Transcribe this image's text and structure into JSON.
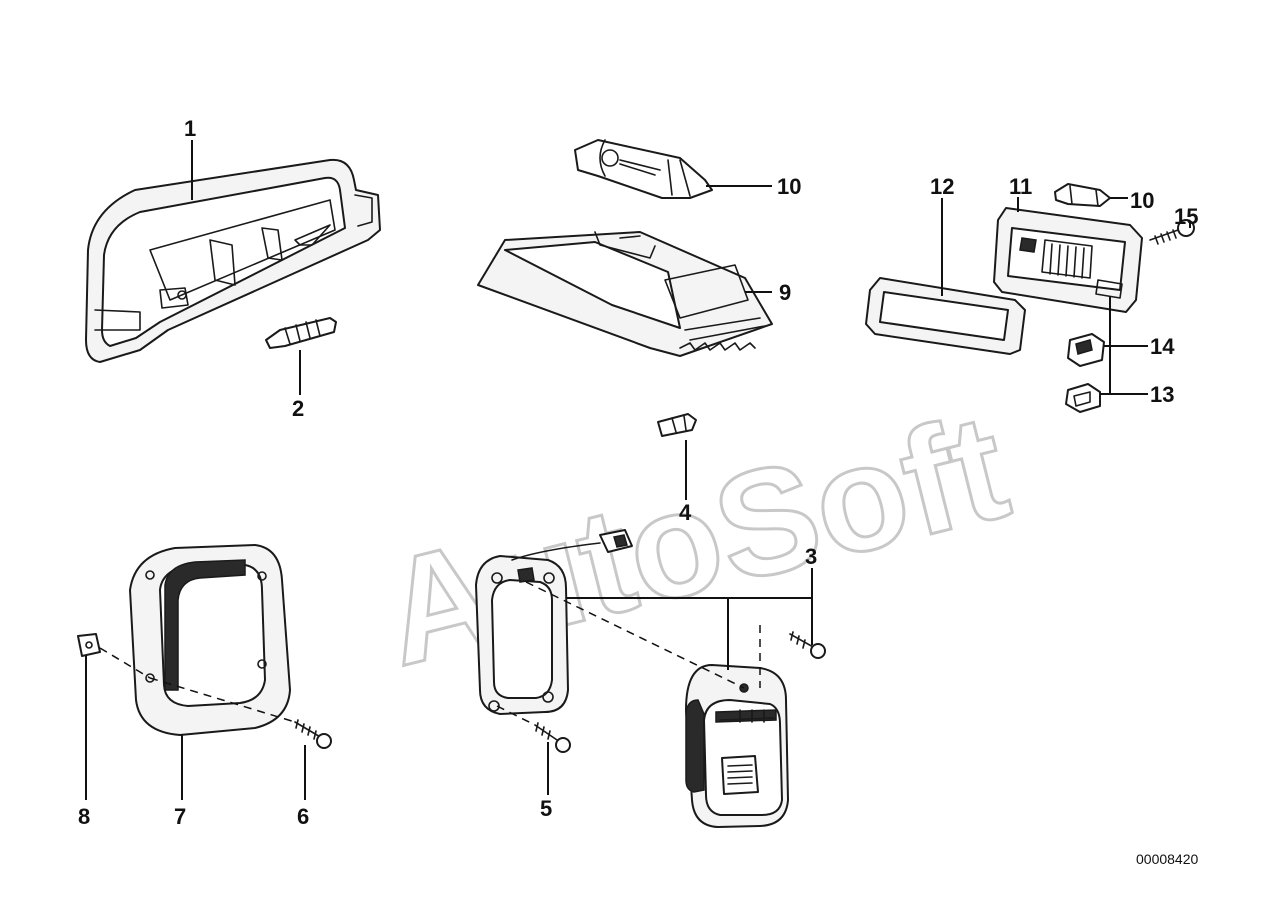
{
  "watermark": "AutoSoft",
  "document_number": "00008420",
  "callouts": {
    "c1": "1",
    "c2": "2",
    "c3": "3",
    "c4": "4",
    "c5": "5",
    "c6": "6",
    "c7": "7",
    "c8": "8",
    "c9": "9",
    "c10a": "10",
    "c10b": "10",
    "c11": "11",
    "c12": "12",
    "c13": "13",
    "c14": "14",
    "c15": "15"
  }
}
